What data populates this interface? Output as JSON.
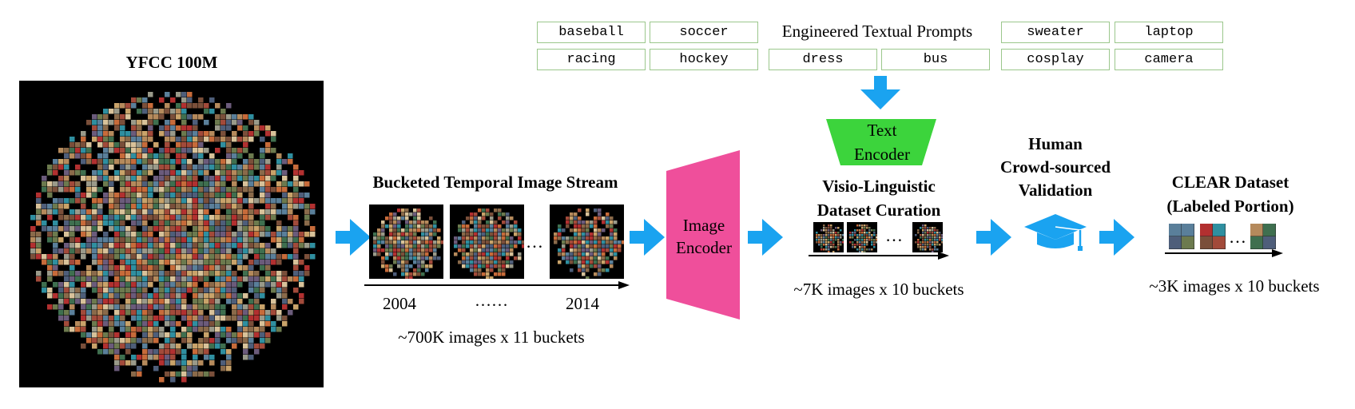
{
  "yfcc": {
    "title": "YFCC 100M"
  },
  "stream": {
    "title": "Bucketed Temporal Image Stream",
    "start_year": "2004",
    "mid_dots": "……",
    "end_year": "2014",
    "thumb_ellipsis": "…",
    "count": "~700K images x 11 buckets"
  },
  "image_encoder": {
    "label_line1": "Image",
    "label_line2": "Encoder",
    "color": "#ef4f9b"
  },
  "prompts": {
    "title": "Engineered Textual Prompts",
    "row1_left": [
      "baseball",
      "soccer"
    ],
    "row1_right": [
      "sweater",
      "laptop"
    ],
    "row2": [
      "racing",
      "hockey",
      "dress",
      "bus",
      "cosplay",
      "camera"
    ],
    "border_color": "#9bc78c"
  },
  "text_encoder": {
    "label_line1": "Text",
    "label_line2": "Encoder",
    "color": "#3cd43c"
  },
  "curation": {
    "title_line1": "Visio-Linguistic",
    "title_line2": "Dataset Curation",
    "thumb_ellipsis": "…",
    "count": "~7K images x 10 buckets"
  },
  "validation": {
    "title_line1": "Human",
    "title_line2": "Crowd-sourced",
    "title_line3": "Validation",
    "icon": "graduation-cap-icon"
  },
  "clear": {
    "title_line1": "CLEAR Dataset",
    "title_line2": "(Labeled Portion)",
    "thumb_ellipsis": "…",
    "count": "~3K images x 10 buckets"
  },
  "colors": {
    "arrow": "#1aa3f0"
  }
}
